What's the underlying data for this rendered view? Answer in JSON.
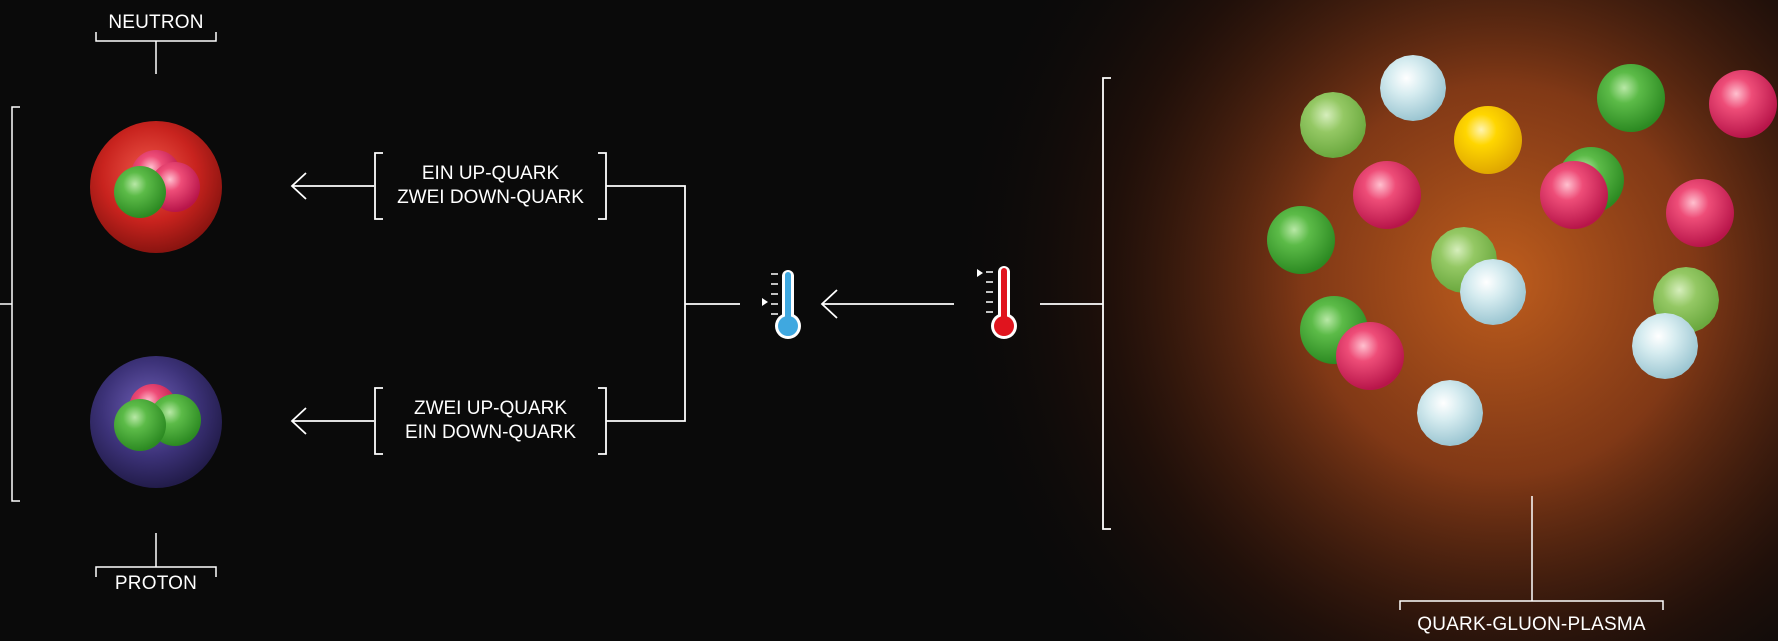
{
  "labels": {
    "neutron": "NEUTRON",
    "proton": "PROTON",
    "plasma": "QUARK-GLUON-PLASMA"
  },
  "neutron_box": {
    "line1": "EIN UP-QUARK",
    "line2": "ZWEI DOWN-QUARK"
  },
  "proton_box": {
    "line1": "ZWEI UP-QUARK",
    "line2": "EIN DOWN-QUARK"
  },
  "colors": {
    "neutron": "#c8231e",
    "proton": "#3c3278",
    "quark_red": "#e0305e",
    "quark_green": "#4caf3c",
    "gluon_green": "#8cc45a",
    "gluon_blue": "#cfe6ec",
    "quark_yellow": "#ffd200",
    "thermometer_cold": "#3fa8e0",
    "thermometer_hot": "#e0141e",
    "plasma_glow": "#c8621e",
    "lines": "#ffffff"
  },
  "icons": [
    "arrow-left-icon",
    "thermometer-cold-icon",
    "thermometer-hot-icon"
  ]
}
